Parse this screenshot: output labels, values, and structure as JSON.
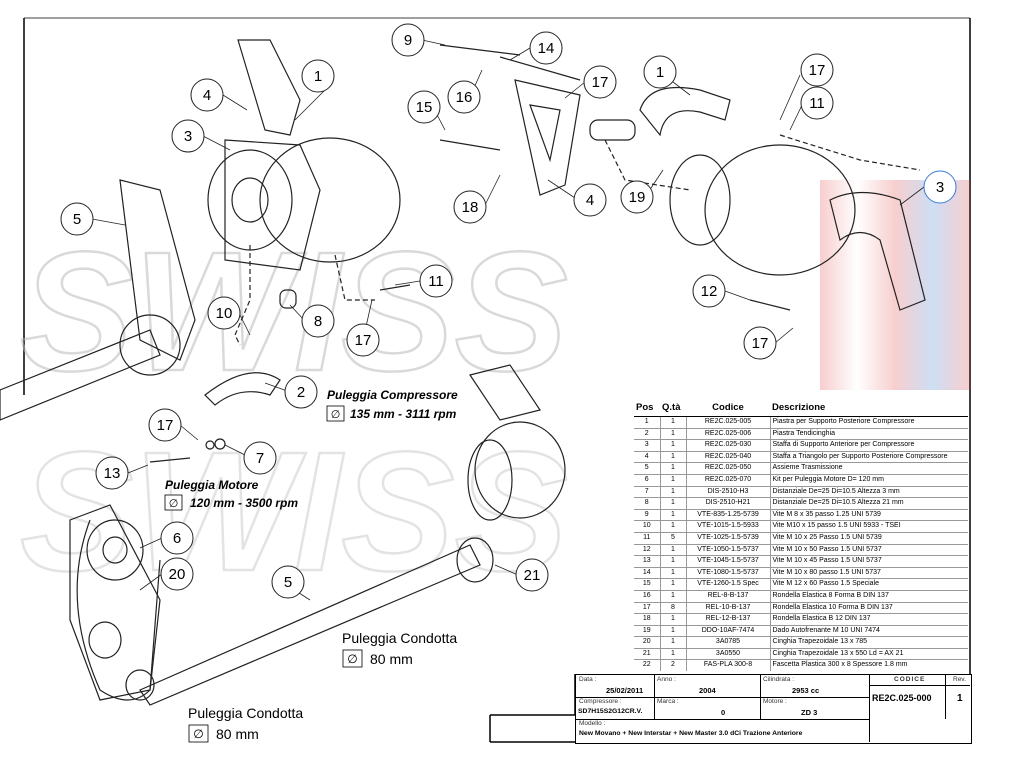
{
  "callouts": [
    {
      "n": "1"
    },
    {
      "n": "2"
    },
    {
      "n": "3"
    },
    {
      "n": "4"
    },
    {
      "n": "5"
    },
    {
      "n": "6"
    },
    {
      "n": "7"
    },
    {
      "n": "8"
    },
    {
      "n": "9"
    },
    {
      "n": "10"
    },
    {
      "n": "11"
    },
    {
      "n": "12"
    },
    {
      "n": "13"
    },
    {
      "n": "14"
    },
    {
      "n": "15"
    },
    {
      "n": "16"
    },
    {
      "n": "17"
    },
    {
      "n": "18"
    },
    {
      "n": "19"
    },
    {
      "n": "20"
    },
    {
      "n": "21"
    },
    {
      "n": "1"
    },
    {
      "n": "3"
    },
    {
      "n": "4"
    },
    {
      "n": "5"
    },
    {
      "n": "11"
    },
    {
      "n": "17"
    },
    {
      "n": "17"
    },
    {
      "n": "17"
    },
    {
      "n": "17"
    }
  ],
  "annotations": {
    "compressor_pulley": {
      "title": "Puleggia Compressore",
      "value": "135 mm - 3111 rpm"
    },
    "motor_pulley": {
      "title": "Puleggia Motore",
      "value": "120 mm - 3500 rpm"
    },
    "driven_pulley_1": {
      "title": "Puleggia Condotta",
      "value": "80 mm"
    },
    "driven_pulley_2": {
      "title": "Puleggia Condotta",
      "value": "80 mm"
    },
    "diameter_symbol": "∅"
  },
  "watermark": {
    "text": "SWISS",
    "colors": [
      "#e23b3b",
      "#3a7bd5",
      "#c9c9c9"
    ]
  },
  "parts_table": {
    "headers": {
      "pos": "Pos",
      "qty": "Q.tà",
      "code": "Codice",
      "desc": "Descrizione"
    },
    "rows": [
      {
        "pos": "1",
        "qty": "1",
        "code": "RE2C.025-005",
        "desc": "Piastra per Supporto Posteriore Compressore"
      },
      {
        "pos": "2",
        "qty": "1",
        "code": "RE2C.025-006",
        "desc": "Piastra Tendicinghia"
      },
      {
        "pos": "3",
        "qty": "1",
        "code": "RE2C.025-030",
        "desc": "Staffa di Supporto Anteriore per Compressore"
      },
      {
        "pos": "4",
        "qty": "1",
        "code": "RE2C.025-040",
        "desc": "Staffa a Triangolo per Supporto Posteriore Compressore"
      },
      {
        "pos": "5",
        "qty": "1",
        "code": "RE2C.025-050",
        "desc": "Assieme Trasmissione"
      },
      {
        "pos": "6",
        "qty": "1",
        "code": "RE2C.025-070",
        "desc": "Kit per Puleggia Motore D= 120 mm"
      },
      {
        "pos": "7",
        "qty": "1",
        "code": "DIS-2510-H3",
        "desc": "Distanziale De=25 Di=10.5 Altezza 3 mm"
      },
      {
        "pos": "8",
        "qty": "1",
        "code": "DIS-2510-H21",
        "desc": "Distanziale De=25 Di=10.5 Altezza 21 mm"
      },
      {
        "pos": "9",
        "qty": "1",
        "code": "VTE-835-1.25-5739",
        "desc": "Vite M 8 x 35 passo 1.25 UNI 5739"
      },
      {
        "pos": "10",
        "qty": "1",
        "code": "VTE-1015-1.5-5933",
        "desc": "Vite M10 x 15 passo 1.5 UNI 5933 - TSEI"
      },
      {
        "pos": "11",
        "qty": "5",
        "code": "VTE-1025-1.5-5739",
        "desc": "Vite M 10 x 25 Passo 1.5 UNI 5739"
      },
      {
        "pos": "12",
        "qty": "1",
        "code": "VTE-1050-1.5-5737",
        "desc": "Vite M 10 x 50 Passo 1.5 UNI 5737"
      },
      {
        "pos": "13",
        "qty": "1",
        "code": "VTE-1045-1.5-5737",
        "desc": "Vite M 10 x 45 Passo 1.5 UNI 5737"
      },
      {
        "pos": "14",
        "qty": "1",
        "code": "VTE-1080-1.5-5737",
        "desc": "Vite M 10 x 80 passo 1.5 UNI 5737"
      },
      {
        "pos": "15",
        "qty": "1",
        "code": "VTE-1260-1.5 Spec",
        "desc": "Vite M 12 x 60 Passo 1.5 Speciale"
      },
      {
        "pos": "16",
        "qty": "1",
        "code": "REL-8-B-137",
        "desc": "Rondella Elastica 8 Forma B DIN 137"
      },
      {
        "pos": "17",
        "qty": "8",
        "code": "REL-10-B-137",
        "desc": "Rondella Elastica 10 Forma B DIN 137"
      },
      {
        "pos": "18",
        "qty": "1",
        "code": "REL-12-B-137",
        "desc": "Rondella Elastica B 12 DIN 137"
      },
      {
        "pos": "19",
        "qty": "1",
        "code": "DDO-10AF-7474",
        "desc": "Dado Autofrenante M 10 UNI 7474"
      },
      {
        "pos": "20",
        "qty": "1",
        "code": "3A0785",
        "desc": "Cinghia Trapezoidale 13 x 785"
      },
      {
        "pos": "21",
        "qty": "1",
        "code": "3A0550",
        "desc": "Cinghia Trapezoidale 13 x 550 Ld = AX 21"
      },
      {
        "pos": "22",
        "qty": "2",
        "code": "FAS-PLA 300-8",
        "desc": "Fascetta Plastica 300 x 8 Spessore 1.8 mm"
      }
    ]
  },
  "title_block": {
    "data_label": "Data :",
    "data": "25/02/2011",
    "anno_label": "Anno :",
    "anno": "2004",
    "cilindrata_label": "Cilindrata :",
    "cilindrata": "2953 cc",
    "codice_label": "CODICE",
    "codice": "RE2C.025-000",
    "rev_label": "Rev.",
    "rev": "1",
    "compressore_label": "Compressore :",
    "compressore": "SD7H15S2G12CR.V.",
    "marca_label": "Marca :",
    "marca": "0",
    "motore_label": "Motore :",
    "motore": "ZD 3",
    "modello_label": "Modello :",
    "modello": "New Movano + New Interstar + New Master 3.0 dCi Trazione Anteriore"
  }
}
